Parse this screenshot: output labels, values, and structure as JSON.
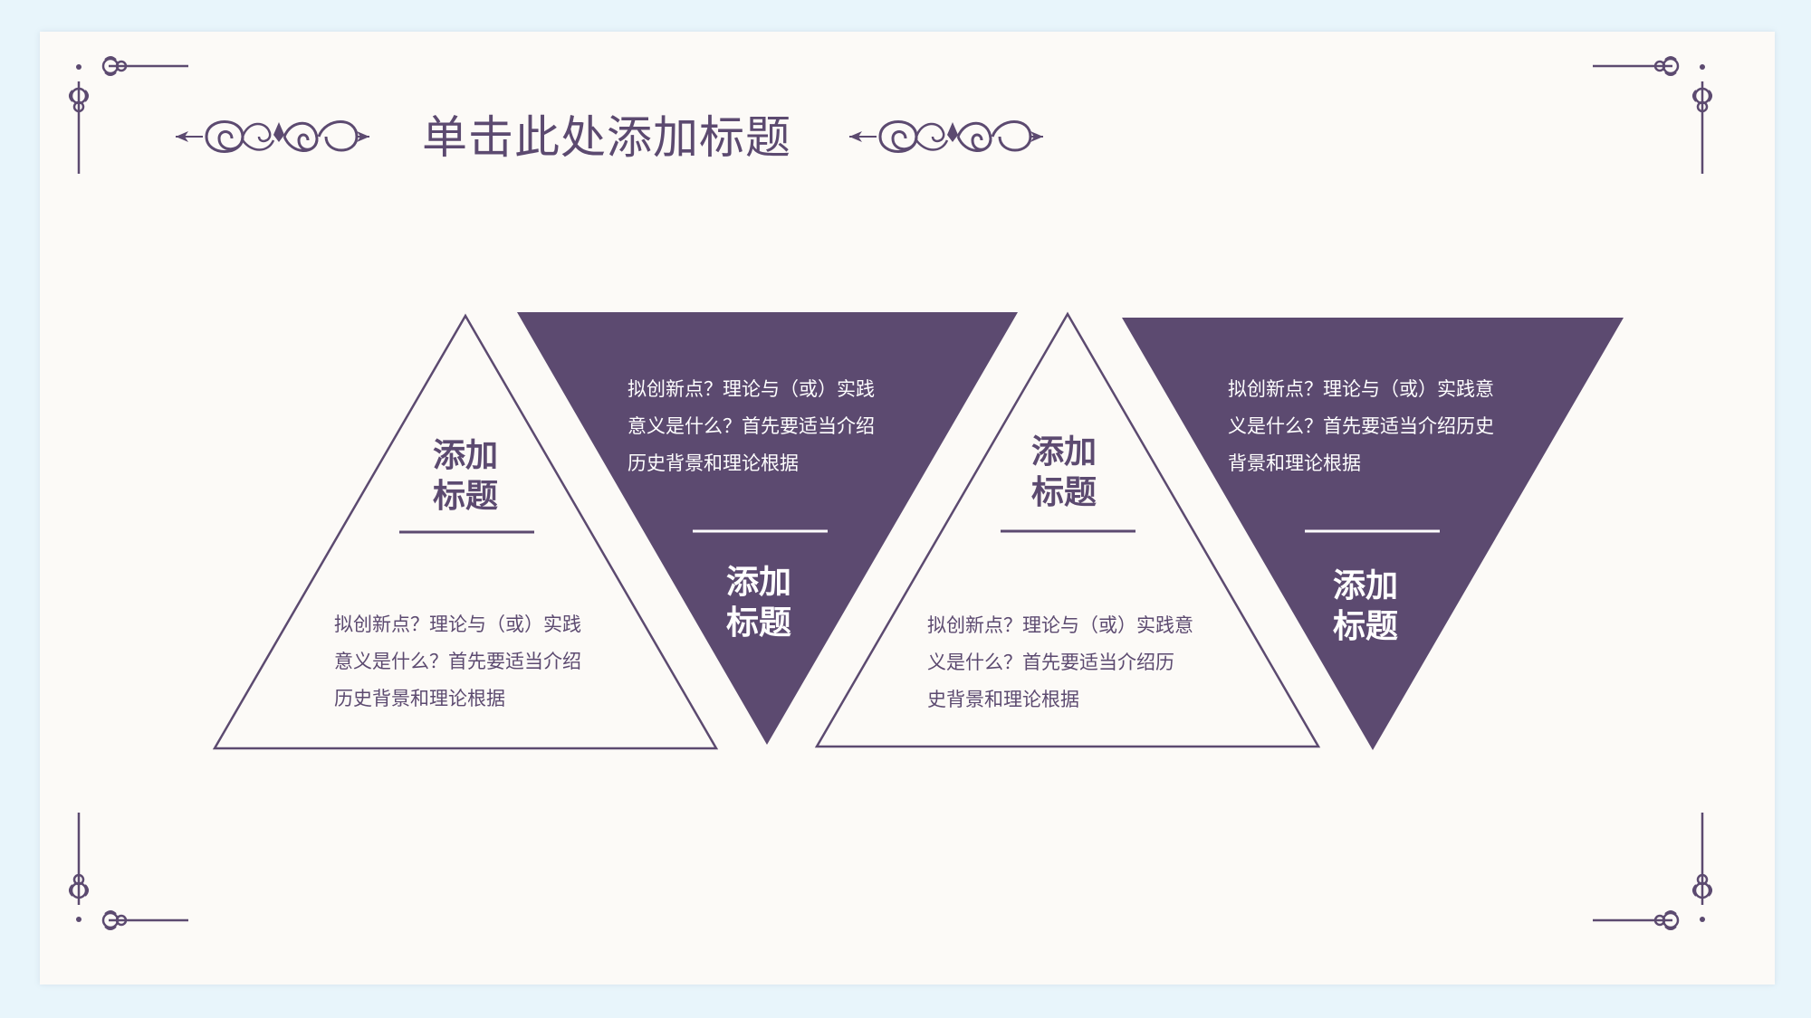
{
  "slide": {
    "title": "单击此处添加标题"
  },
  "colors": {
    "accent": "#5c4a70",
    "background": "#fcfaf7",
    "frame": "#e8f5fb",
    "text_on_accent": "#ffffff"
  },
  "icons": {
    "corner": "ornamental-corner-icon",
    "title_flourish": "scroll-flourish-icon"
  },
  "cards": [
    {
      "style": "outline-triangle",
      "heading": [
        "添加",
        "标题"
      ],
      "body": [
        "拟创新点？理论与（或）实践",
        "意义是什么？首先要适当介绍",
        "历史背景和理论根据"
      ]
    },
    {
      "style": "filled-inverted-triangle",
      "heading": [
        "添加",
        "标题"
      ],
      "body": [
        "拟创新点？理论与（或）实践",
        "意义是什么？首先要适当介绍",
        "历史背景和理论根据"
      ]
    },
    {
      "style": "outline-triangle",
      "heading": [
        "添加",
        "标题"
      ],
      "body": [
        "拟创新点？理论与（或）实践意",
        "义是什么？首先要适当介绍历",
        "史背景和理论根据"
      ]
    },
    {
      "style": "filled-inverted-triangle",
      "heading": [
        "添加",
        "标题"
      ],
      "body": [
        "拟创新点？理论与（或）实践意",
        "义是什么？首先要适当介绍历史",
        "背景和理论根据"
      ]
    }
  ]
}
